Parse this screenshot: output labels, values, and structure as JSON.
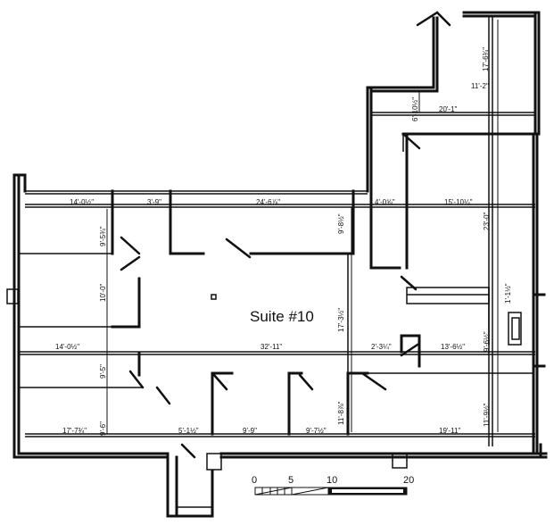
{
  "plan": {
    "title": "Suite #10",
    "dimensions": {
      "d1": "14'-0½\"",
      "d2": "3'-9\"",
      "d3": "24'-6⅞\"",
      "d4": "4'-0⅝\"",
      "d5": "15'-10¼\"",
      "d6": "20'-1\"",
      "d7": "11'-2\"",
      "d8": "17'-6¾\"",
      "d9": "6'-10½\"",
      "d10": "23'-0\"",
      "d11": "9'-5¾\"",
      "d12": "9'-8½\"",
      "d13": "10'-0\"",
      "d14": "17'-3½\"",
      "d15": "14'-0½\"",
      "d16": "32'-11\"",
      "d17": "2'-3¼\"",
      "d18": "13'-6½\"",
      "d19": "9'-6½\"",
      "d20": "1'-1½\"",
      "d21": "9'-5\"",
      "d22": "11'-8⅞\"",
      "d23": "11'-9½\"",
      "d24": "17'-7¾\"",
      "d25": "9'-6\"",
      "d26": "5'-1½\"",
      "d27": "9'-9\"",
      "d28": "9'-7½\"",
      "d29": "19'-11\""
    },
    "scale": {
      "t0": "0",
      "t1": "5",
      "t2": "10",
      "t3": "20"
    }
  }
}
